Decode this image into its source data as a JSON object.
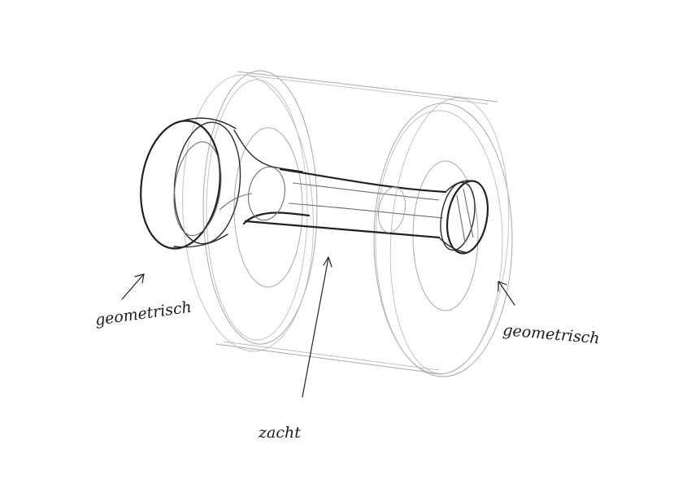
{
  "annotations": {
    "left": "geometrisch",
    "right": "geometrisch",
    "bottom": "zacht"
  },
  "colors": {
    "ink": "#1f1f24",
    "pencil": "#a9a9a9",
    "paper": "#ffffff"
  }
}
